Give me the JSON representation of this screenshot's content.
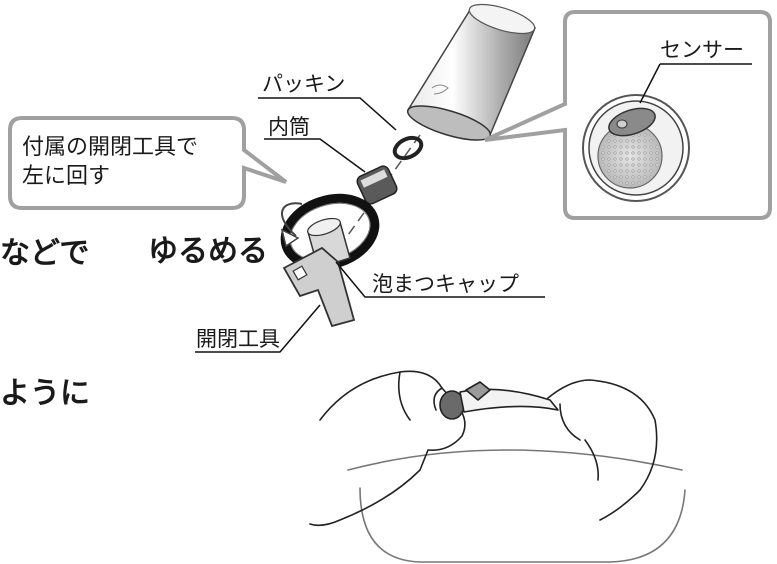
{
  "side_text": {
    "line1": "などで",
    "line2": "ように"
  },
  "labels": {
    "packing": "パッキン",
    "inner_tube": "内筒",
    "foam_cap": "泡まつキャップ",
    "tool": "開閉工具",
    "sensor": "センサー"
  },
  "callout": {
    "line1": "付属の開閉工具で",
    "line2": "左に回す"
  },
  "action": "ゆるめる"
}
